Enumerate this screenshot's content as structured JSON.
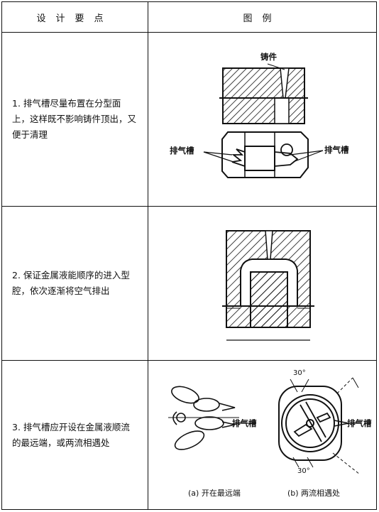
{
  "header": {
    "col1": "设计要点",
    "col2": "图例"
  },
  "rows": [
    {
      "text": "1. 排气槽尽量布置在分型面上，这样既不影响铸件顶出，又便于清理",
      "labels": {
        "casting": "铸件",
        "vent_left": "排气槽",
        "vent_right": "排气槽"
      }
    },
    {
      "text": "2. 保证金属液能顺序的进入型腔，依次逐渐将空气排出"
    },
    {
      "text": "3. 排气槽应开设在金属液顺流的最远端，或两流相遇处",
      "labels": {
        "vent_a": "排气槽",
        "vent_b": "排气槽",
        "angle_top": "30°",
        "angle_bottom": "30°",
        "caption_a": "(a) 开在最远端",
        "caption_b": "(b) 两流相遇处"
      }
    }
  ]
}
